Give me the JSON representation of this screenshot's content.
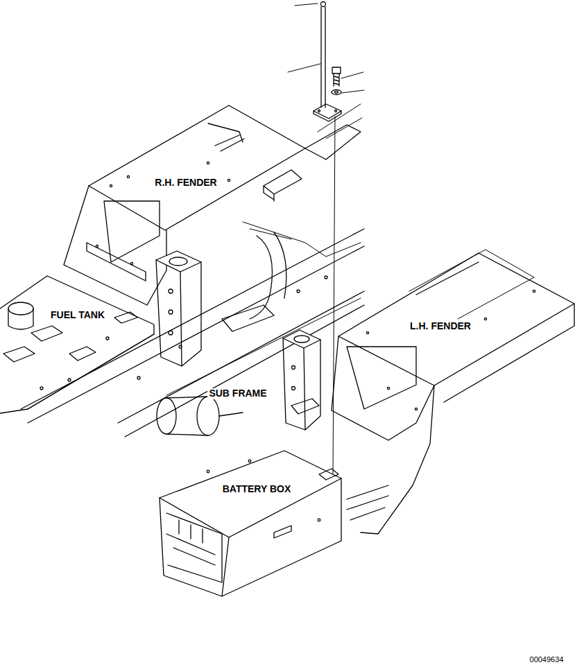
{
  "diagram": {
    "labels": [
      "R.H. FENDER",
      "FUEL TANK",
      "SUB FRAME",
      "L.H. FENDER",
      "BATTERY BOX",
      "00049634"
    ]
  }
}
